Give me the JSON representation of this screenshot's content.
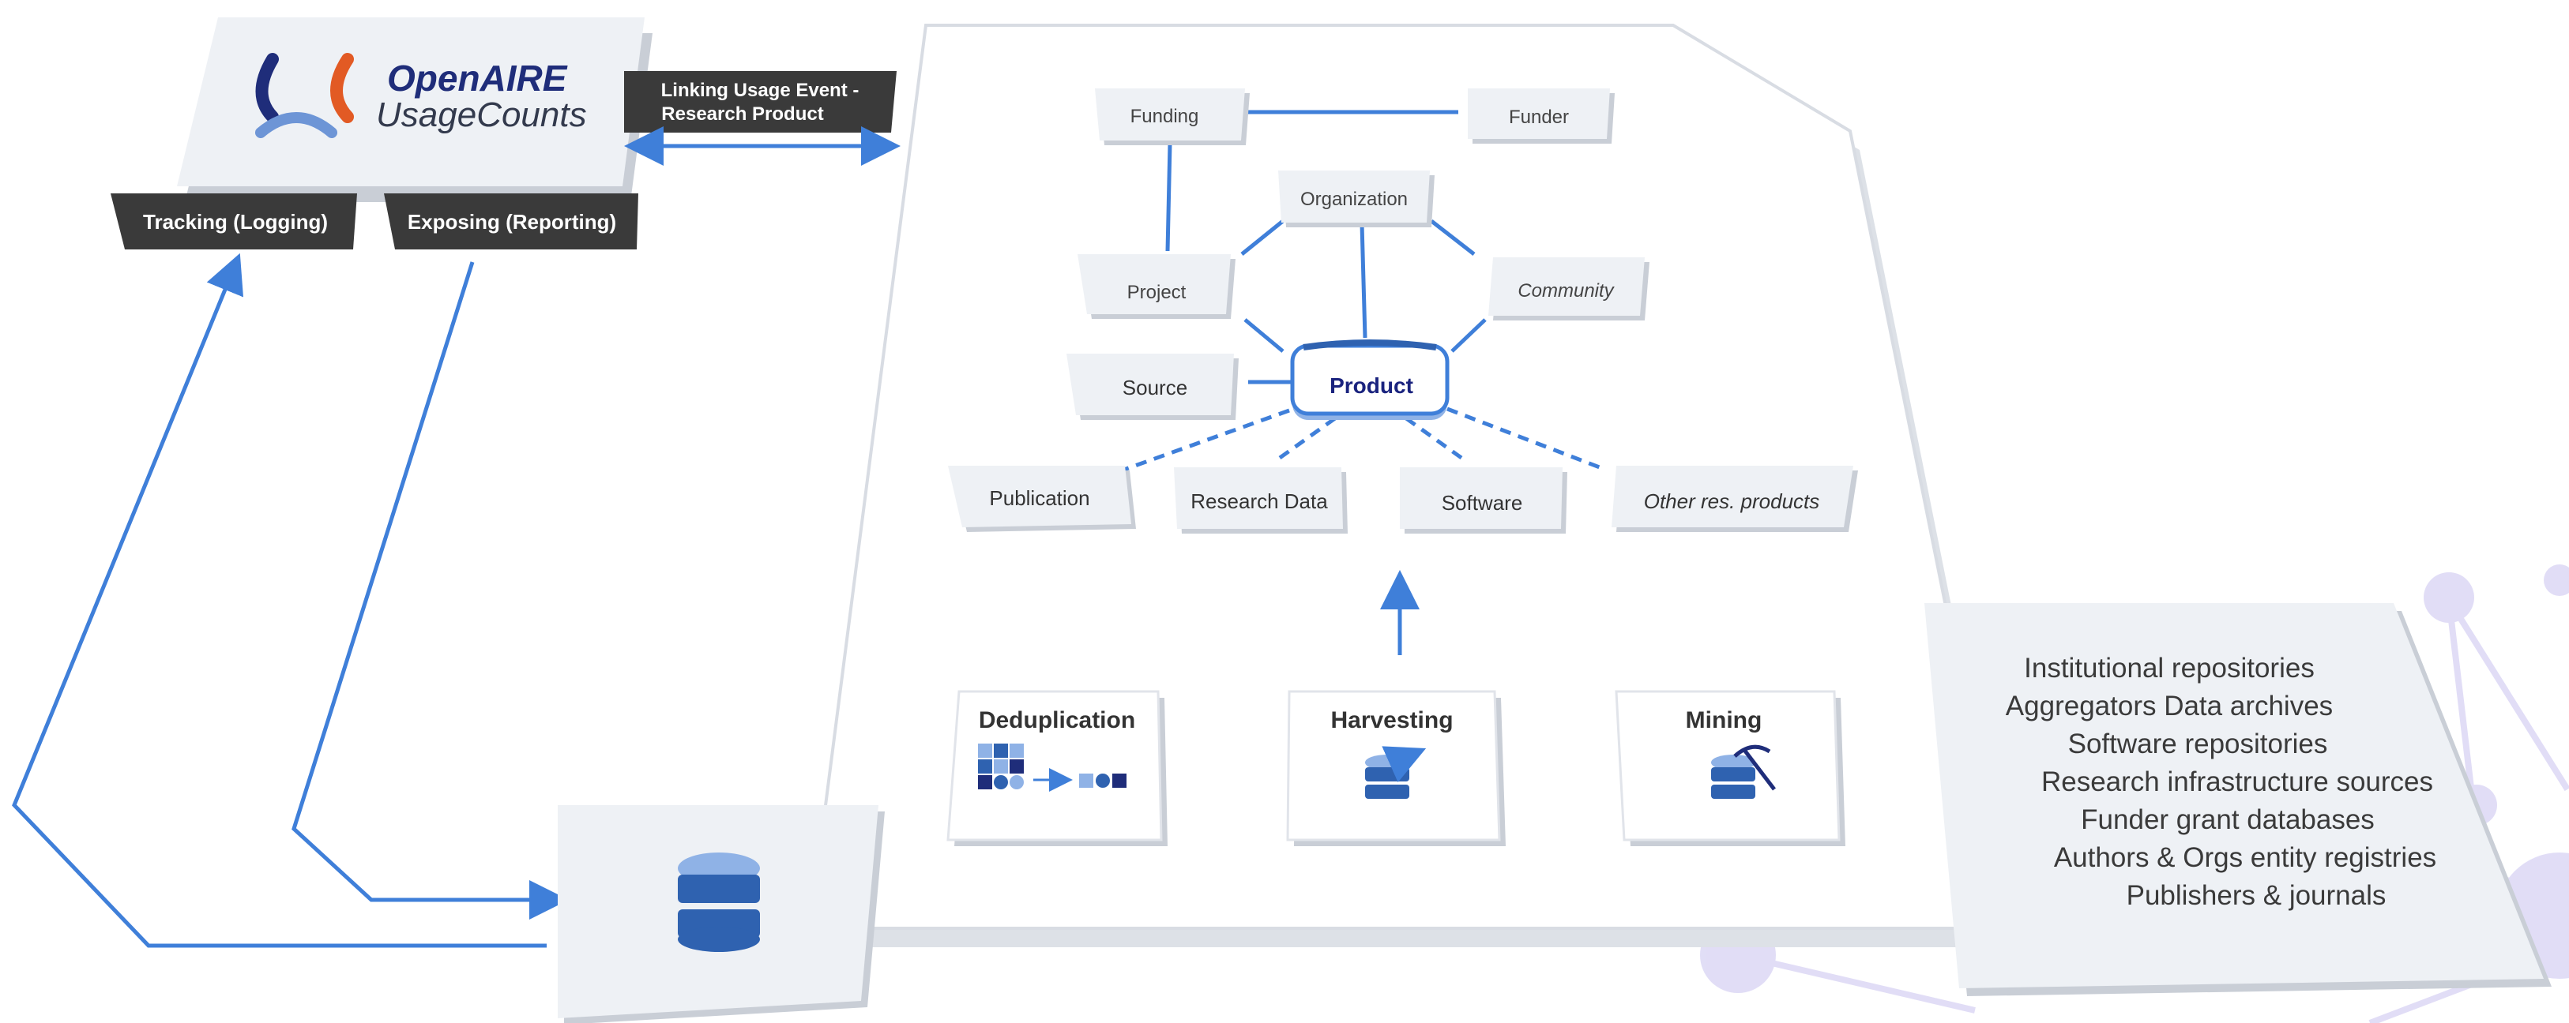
{
  "logo": {
    "brand_line1": "OpenAIRE",
    "brand_line2": "UsageCounts"
  },
  "tags": {
    "linking_line1": "Linking Usage Event -",
    "linking_line2": "Research Product",
    "tracking": "Tracking (Logging)",
    "exposing": "Exposing (Reporting)"
  },
  "graph": {
    "funding": "Funding",
    "funder": "Funder",
    "organization": "Organization",
    "project": "Project",
    "community": "Community",
    "source": "Source",
    "product": "Product",
    "publication": "Publication",
    "research_data": "Research Data",
    "software": "Software",
    "other": "Other res. products"
  },
  "processes": {
    "dedup": "Deduplication",
    "harvest": "Harvesting",
    "mining": "Mining"
  },
  "sources": [
    "Institutional repositories",
    "Aggregators Data archives",
    "Software repositories",
    "Research infrastructure sources",
    "Funder grant databases",
    "Authors & Orgs entity registries",
    "Publishers & journals"
  ],
  "colors": {
    "accent": "#3f7fd9",
    "navy": "#1f2d7a",
    "orange": "#e25a24",
    "tag": "#3a3a3a",
    "card": "#e9edf3"
  }
}
